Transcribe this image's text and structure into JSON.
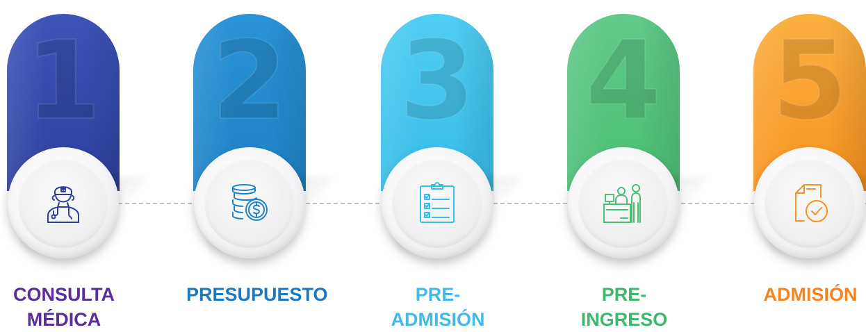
{
  "steps": [
    {
      "number": "1",
      "label": "CONSULTA\nMÉDICA",
      "icon": "doctor-icon",
      "color": "#2e3f9e",
      "colorTop": "#3d55b8",
      "labelColor": "#5a2d99"
    },
    {
      "number": "2",
      "label": "PRESUPUESTO",
      "icon": "coins-dollar-icon",
      "color": "#1f82c6",
      "colorTop": "#2a94d6",
      "labelColor": "#1e78bf"
    },
    {
      "number": "3",
      "label": "PRE-ADMISIÓN",
      "icon": "clipboard-checklist-icon",
      "color": "#36bde8",
      "colorTop": "#4fcdf2",
      "labelColor": "#45b9e6"
    },
    {
      "number": "4",
      "label": "PRE-INGRESO",
      "icon": "reception-desk-icon",
      "color": "#4bbf76",
      "colorTop": "#62c98a",
      "labelColor": "#3fb86c"
    },
    {
      "number": "5",
      "label": "ADMISIÓN",
      "icon": "document-check-icon",
      "color": "#f7931e",
      "colorTop": "#fbb040",
      "labelColor": "#f5841f"
    }
  ]
}
